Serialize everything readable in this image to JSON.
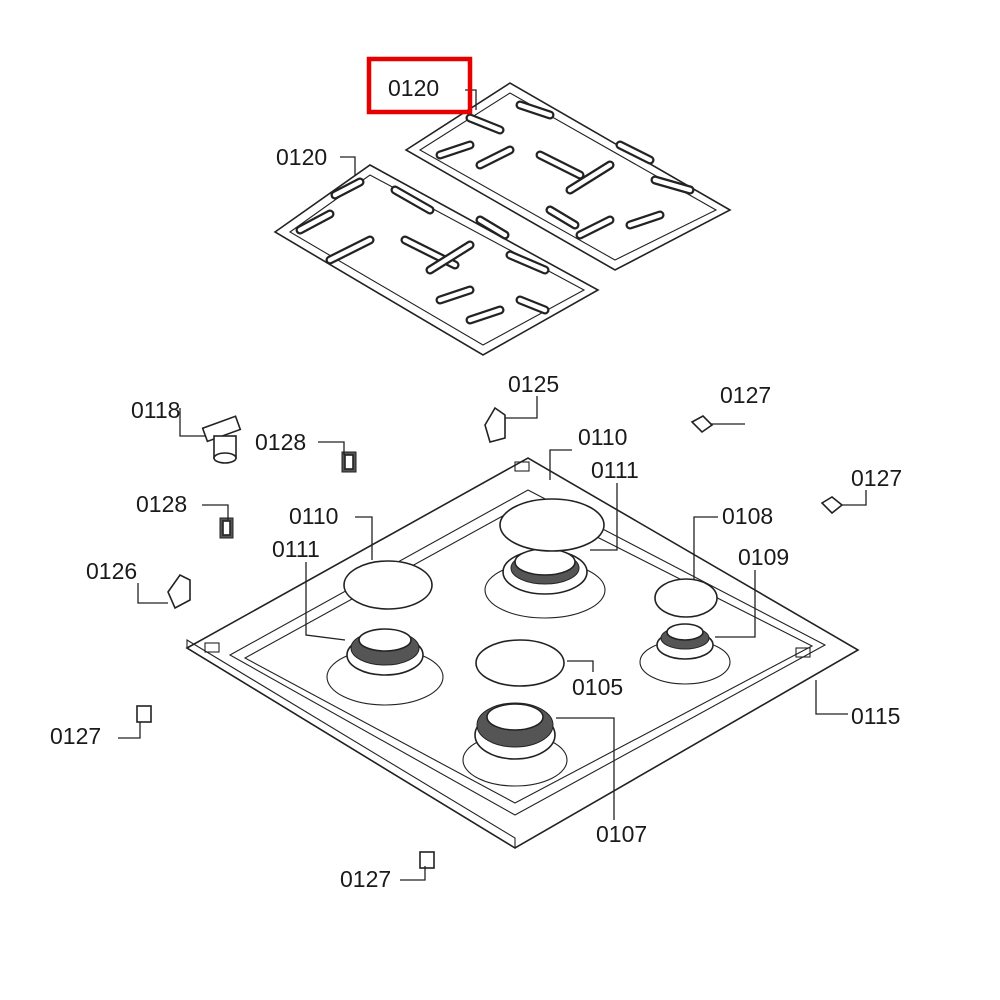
{
  "highlight": {
    "color": "#e60000"
  },
  "labels": {
    "grate_right": "0120",
    "grate_left": "0120",
    "tab_right_top": "0125",
    "clip_upper_right": "0127",
    "clip_far_right": "0127",
    "clip_lower_left": "0127",
    "clip_bottom": "0127",
    "knob": "0118",
    "clip_128_upper": "0128",
    "clip_128_lower": "0128",
    "clip_126": "0126",
    "cap_rear_large": "0110",
    "burner_rear_large": "0111",
    "cap_front_left": "0110",
    "burner_front_left": "0111",
    "cap_small_right": "0108",
    "burner_small_right": "0109",
    "cap_front": "0105",
    "burner_front": "0107",
    "hob_tray": "0115"
  }
}
